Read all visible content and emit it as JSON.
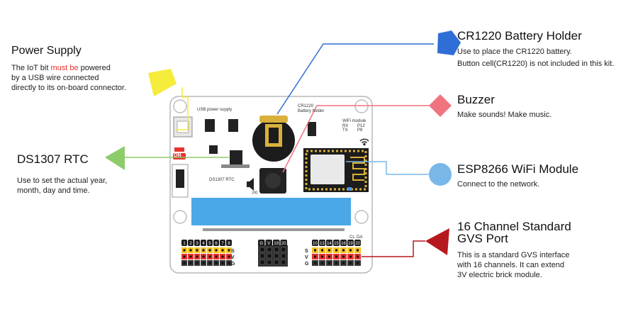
{
  "power_supply": {
    "title": "Power Supply",
    "desc_line1_pre": "The IoT bit ",
    "desc_line1_hl": "must be",
    "desc_line1_post": " powered",
    "desc_line2": "by a USB wire connected",
    "desc_line3": "directly to its on-board connector."
  },
  "rtc": {
    "title": "DS1307 RTC",
    "desc_line1": "Use to set the actual year,",
    "desc_line2": "month, day and time."
  },
  "battery": {
    "title": "CR1220 Battery  Holder",
    "desc_line1": "Use to place the CR1220 battery.",
    "desc_line2": "Button cell(CR1220) is not included in this kit."
  },
  "buzzer": {
    "title": "Buzzer",
    "desc_line1": "Make sounds! Make music."
  },
  "wifi": {
    "title": "ESP8266 WiFi Module",
    "desc_line1": "Connect to the network."
  },
  "gvs": {
    "title_line1": "16 Channel Standard",
    "title_line2": "GVS Port",
    "desc_line1": "This is a standard GVS interface",
    "desc_line2": "with 16 channels. It can extend",
    "desc_line3": "3V electric brick module."
  },
  "board": {
    "usb_label": "USB power supply",
    "battery_label_1": "CR1220",
    "battery_label_2": "Battery holder",
    "wifi_label": "WiFi module",
    "rx_label": "RX",
    "tx_label": "TX",
    "p12_label": "P12",
    "p8_label": "P8",
    "rtc_label": "DS1307 RTC",
    "p0_label": "P0",
    "on_label": "ON",
    "pins_left": [
      "1",
      "2",
      "3",
      "4",
      "5",
      "6",
      "7",
      "8"
    ],
    "pins_mid": [
      "G",
      "V",
      "19",
      "20"
    ],
    "pins_right": [
      "10",
      "13",
      "14",
      "15",
      "16",
      "19",
      "20"
    ],
    "cl_label": "CL",
    "da_label": "DA",
    "row_s": "S",
    "row_v": "V",
    "row_g": "G"
  },
  "colors": {
    "power": "#f5ec3c",
    "rtc": "#8dcc6a",
    "battery": "#2f6ed6",
    "buzzer": "#f07480",
    "wifi": "#79b7e8",
    "gvs": "#b5191f",
    "lcd": "#4aa8e8",
    "board_outline": "#bbbbbb",
    "highlight_red": "#e8322c"
  },
  "icons": {
    "power": "triangle-marker",
    "rtc": "arrow-marker",
    "battery": "pentagon-marker",
    "buzzer": "diamond-marker",
    "wifi": "circle-marker",
    "gvs": "arrow-marker"
  }
}
